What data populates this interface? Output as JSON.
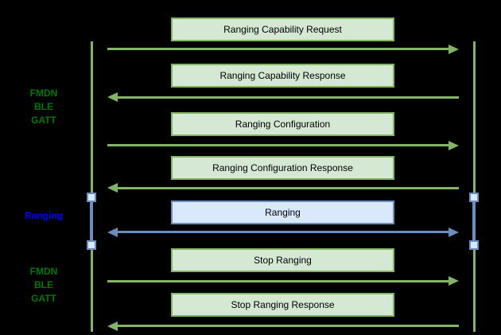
{
  "diagram_type": "sequence-diagram",
  "background": "#000000",
  "colors": {
    "message_fill_green": "#d5e8d4",
    "message_stroke_green": "#82b366",
    "message_fill_blue": "#dae8fc",
    "message_stroke_blue": "#6c8ebf",
    "phase_label_green": "#007700",
    "phase_label_blue": "#0000ff",
    "message_text": "#000000"
  },
  "phase_labels": [
    {
      "text": "FMDN\nBLE\nGATT",
      "color": "green"
    },
    {
      "text": "Ranging",
      "color": "blue"
    },
    {
      "text": "FMDN\nBLE\nGATT",
      "color": "green"
    }
  ],
  "messages": [
    {
      "label": "Ranging Capability Request",
      "direction": "right",
      "style": "green"
    },
    {
      "label": "Ranging Capability Response",
      "direction": "left",
      "style": "green"
    },
    {
      "label": "Ranging Configuration",
      "direction": "right",
      "style": "green"
    },
    {
      "label": "Ranging Configuration Response",
      "direction": "left",
      "style": "green"
    },
    {
      "label": "Ranging",
      "direction": "both",
      "style": "blue"
    },
    {
      "label": "Stop Ranging",
      "direction": "right",
      "style": "green"
    },
    {
      "label": "Stop Ranging Response",
      "direction": "left",
      "style": "green"
    }
  ]
}
